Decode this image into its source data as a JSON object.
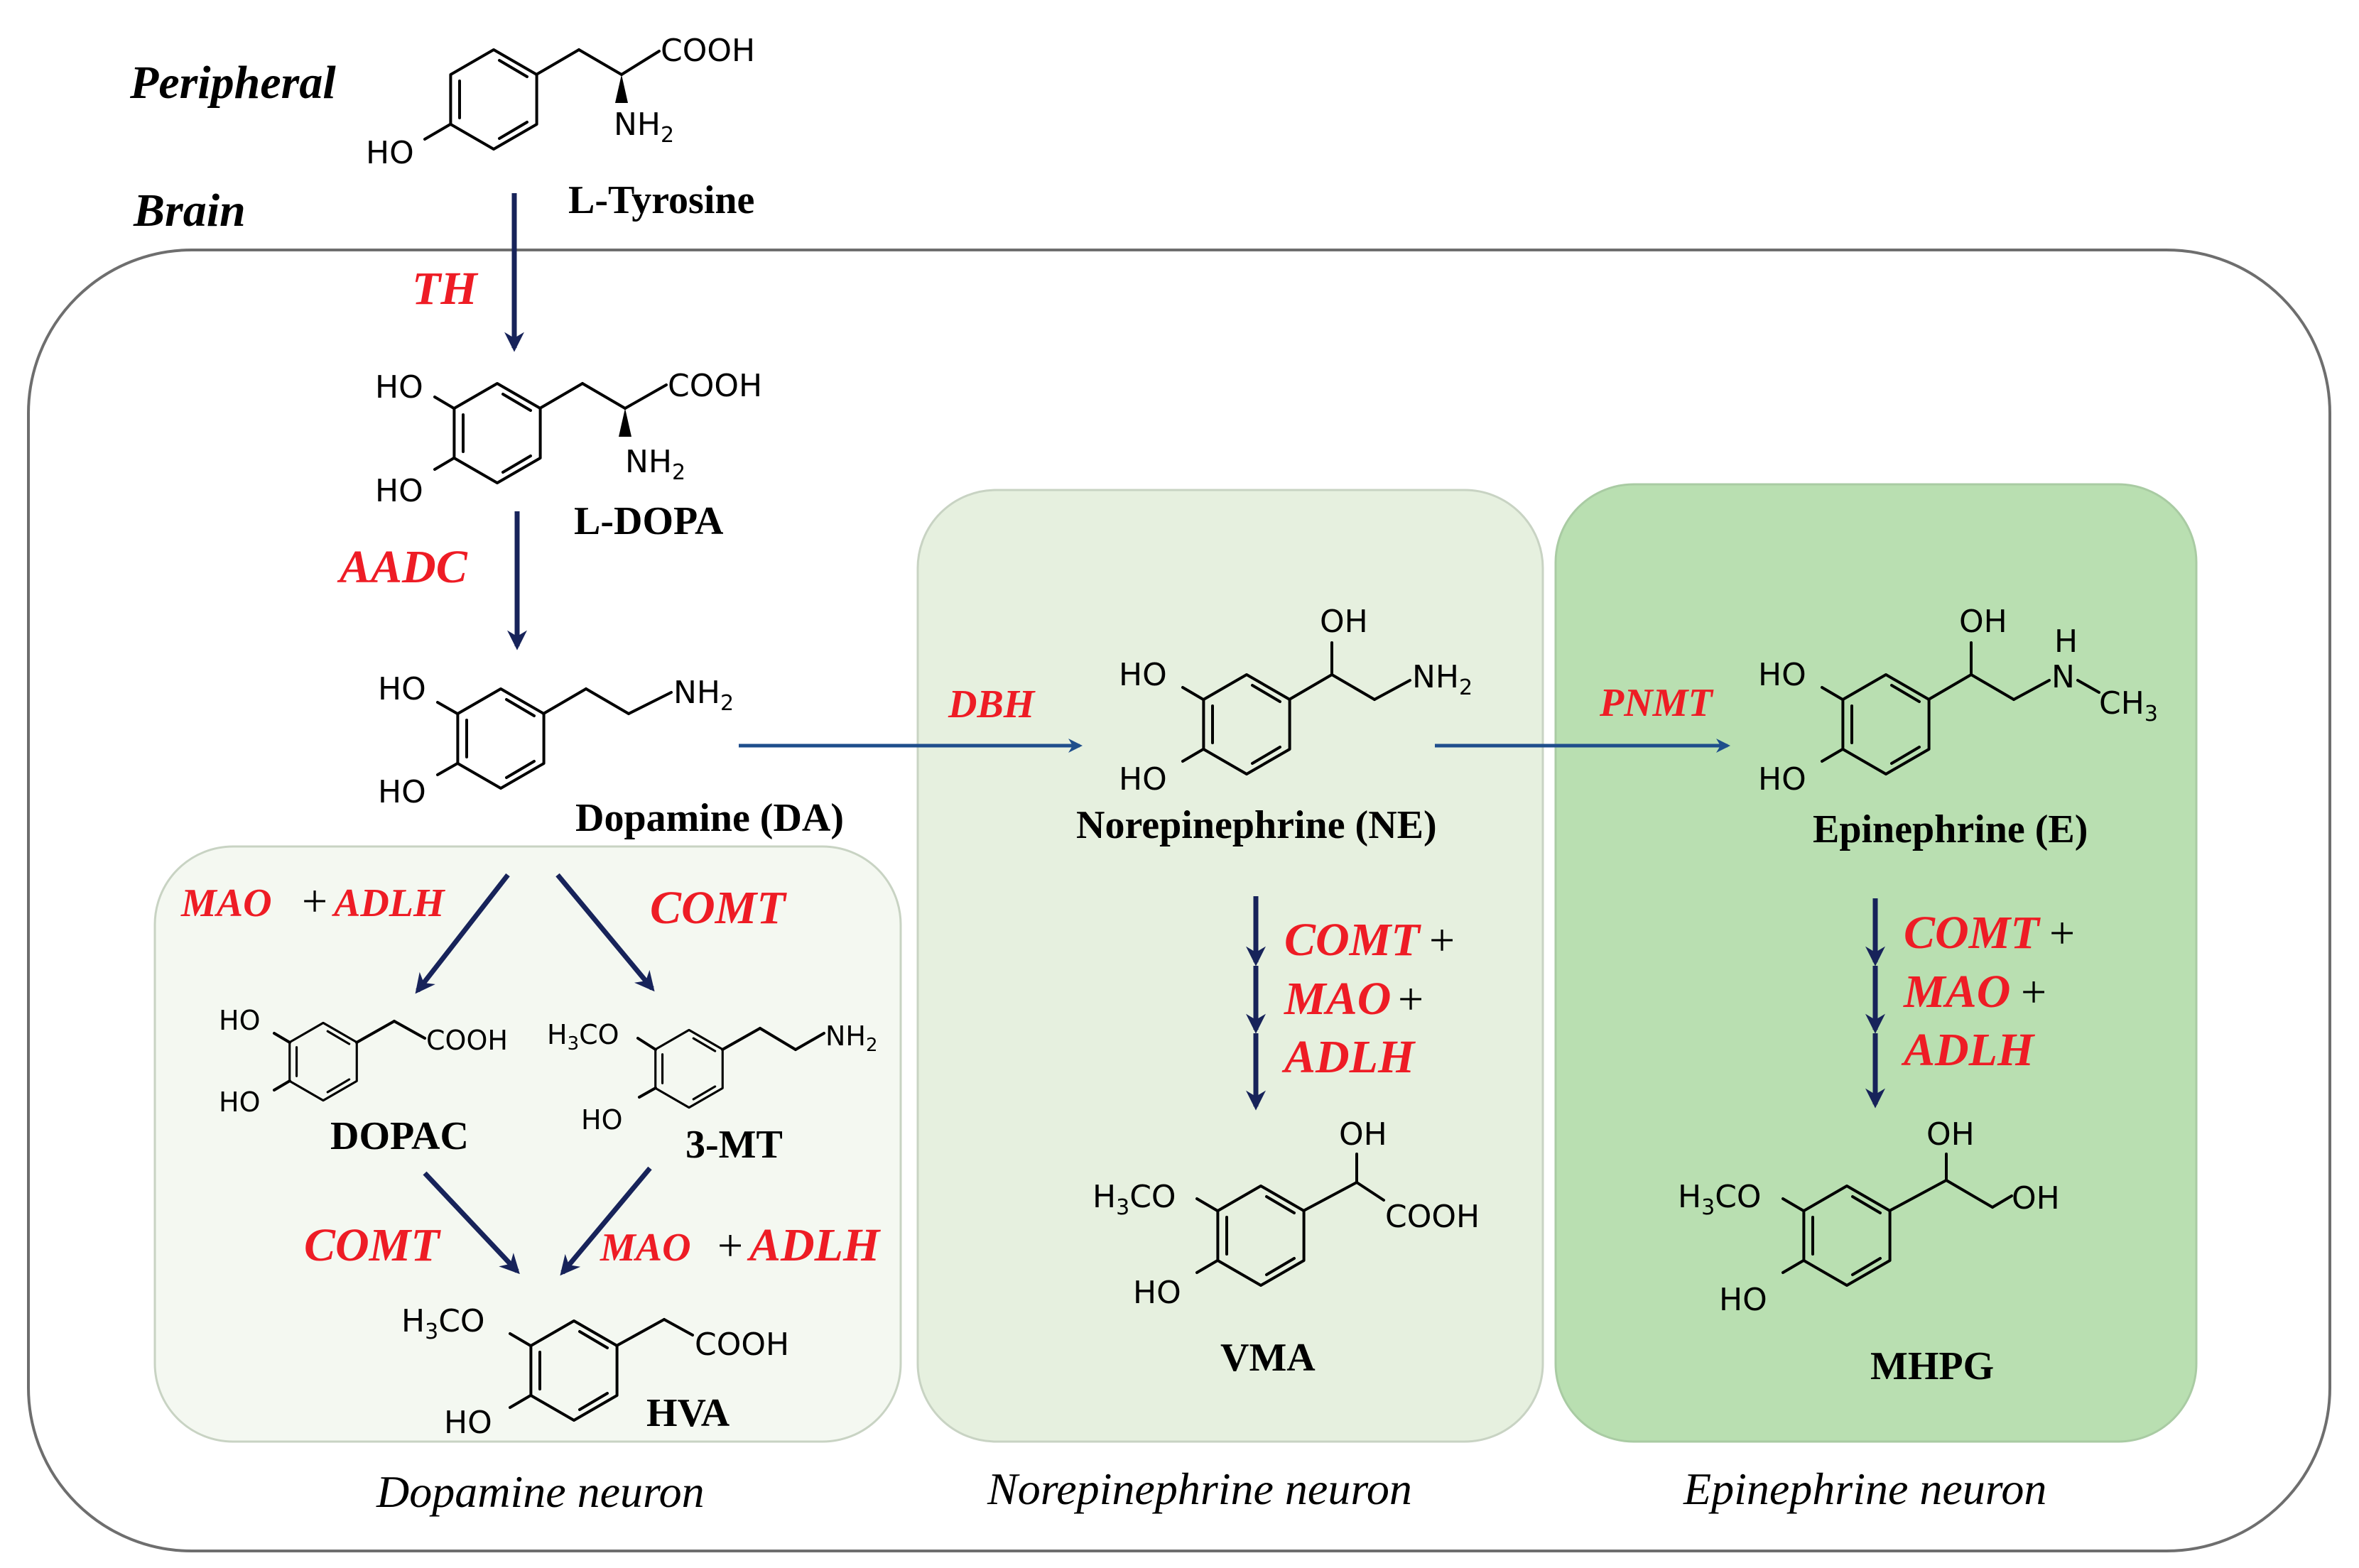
{
  "regions": {
    "peripheral": "Peripheral",
    "brain": "Brain"
  },
  "compounds": {
    "tyrosine": "L-Tyrosine",
    "ldopa": "L-DOPA",
    "dopamine": "Dopamine (DA)",
    "norepinephrine": "Norepinephrine (NE)",
    "epinephrine": "Epinephrine (E)",
    "dopac": "DOPAC",
    "mt3": "3-MT",
    "hva": "HVA",
    "vma": "VMA",
    "mhpg": "MHPG"
  },
  "enzymes": {
    "th": "TH",
    "aadc": "AADC",
    "dbh": "DBH",
    "pnmt": "PNMT",
    "mao": "MAO",
    "adlh": "ADLH",
    "comt": "COMT",
    "plus": "+"
  },
  "atoms": {
    "ho": "HO",
    "oh": "OH",
    "cooh": "COOH",
    "nh2": "NH2",
    "h3co": "H3CO",
    "h": "H",
    "n": "N",
    "ch3": "CH3"
  },
  "neurons": {
    "dopamine": "Dopamine neuron",
    "norepinephrine": "Norepinephrine neuron",
    "epinephrine": "Epinephrine neuron"
  },
  "colors": {
    "enzyme_red": "#ee1c25",
    "arrow_navy": "#17235a",
    "arrow_blue": "#1f4e8c",
    "dopamine_box": "#f4f8f1",
    "norepinephrine_box": "#e6f0df",
    "epinephrine_box": "#b9dfb1"
  }
}
